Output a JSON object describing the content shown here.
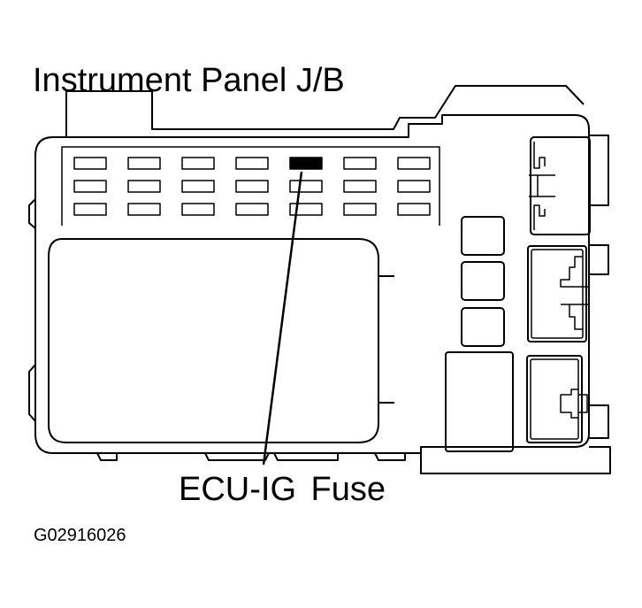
{
  "diagram": {
    "title": "Instrument Panel J/B",
    "callout_label": "ECU-IG  Fuse",
    "figure_id": "G02916026"
  },
  "fuse_grid": {
    "rows": 3,
    "columns": 7,
    "highlighted": {
      "row": 1,
      "column": 5,
      "name": "ECU-IG"
    }
  },
  "colors": {
    "line": "#000000",
    "background": "#ffffff",
    "highlight_fuse": "#000000"
  }
}
